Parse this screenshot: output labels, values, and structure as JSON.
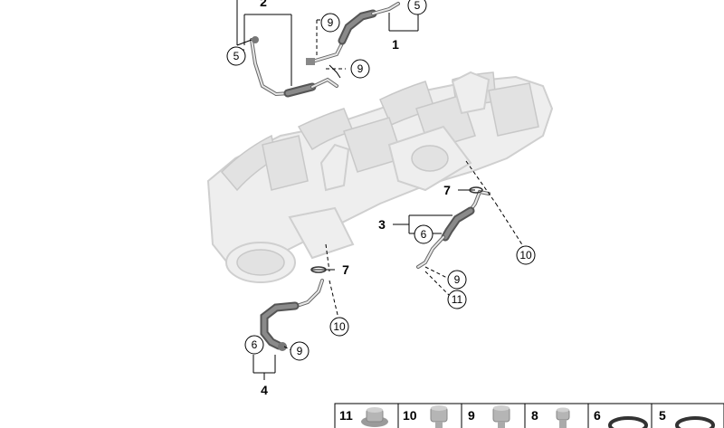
{
  "callouts": {
    "c5_top": "5",
    "c5_left": "5",
    "c9_top": "9",
    "c9_mid": "9",
    "c6_right": "6",
    "c9_right": "9",
    "c11_right": "11",
    "c10_right": "10",
    "c10_lower": "10",
    "c6_lower": "6",
    "c9_lower": "9"
  },
  "labels": {
    "l2": "2",
    "l1": "1",
    "l7_right": "7",
    "l3": "3",
    "l7_lower": "7",
    "l4": "4"
  },
  "legend": [
    {
      "num": "11",
      "icon": "bolt-flange-icon"
    },
    {
      "num": "10",
      "icon": "bolt-hex-icon"
    },
    {
      "num": "9",
      "icon": "bolt-hex-icon"
    },
    {
      "num": "8",
      "icon": "bolt-small-icon"
    },
    {
      "num": "6",
      "icon": "o-ring-icon"
    },
    {
      "num": "5",
      "icon": "o-ring-icon"
    }
  ]
}
